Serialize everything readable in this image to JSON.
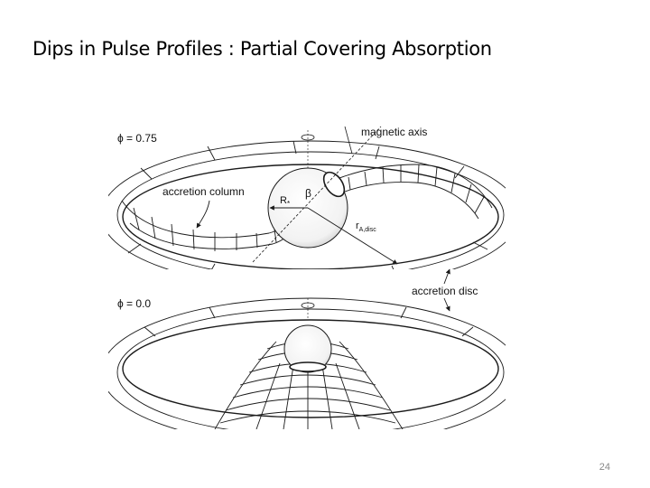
{
  "slide": {
    "title": "Dips in Pulse Profiles : Partial Covering Absorption",
    "page_number": "24"
  },
  "diagram": {
    "top_panel": {
      "phase_label": "ϕ = 0.75",
      "accretion_column_label": "accretion column",
      "magnetic_axis_label": "magnetic axis",
      "stellar_radius_label": "R",
      "stellar_radius_sub": "*",
      "beta_label": "β",
      "disc_radius_label": "r",
      "disc_radius_sub": "A,disc"
    },
    "bottom_panel": {
      "phase_label": "ϕ = 0.0"
    },
    "accretion_disc_label": "accretion disc",
    "line_color": "#1a1a1a"
  }
}
